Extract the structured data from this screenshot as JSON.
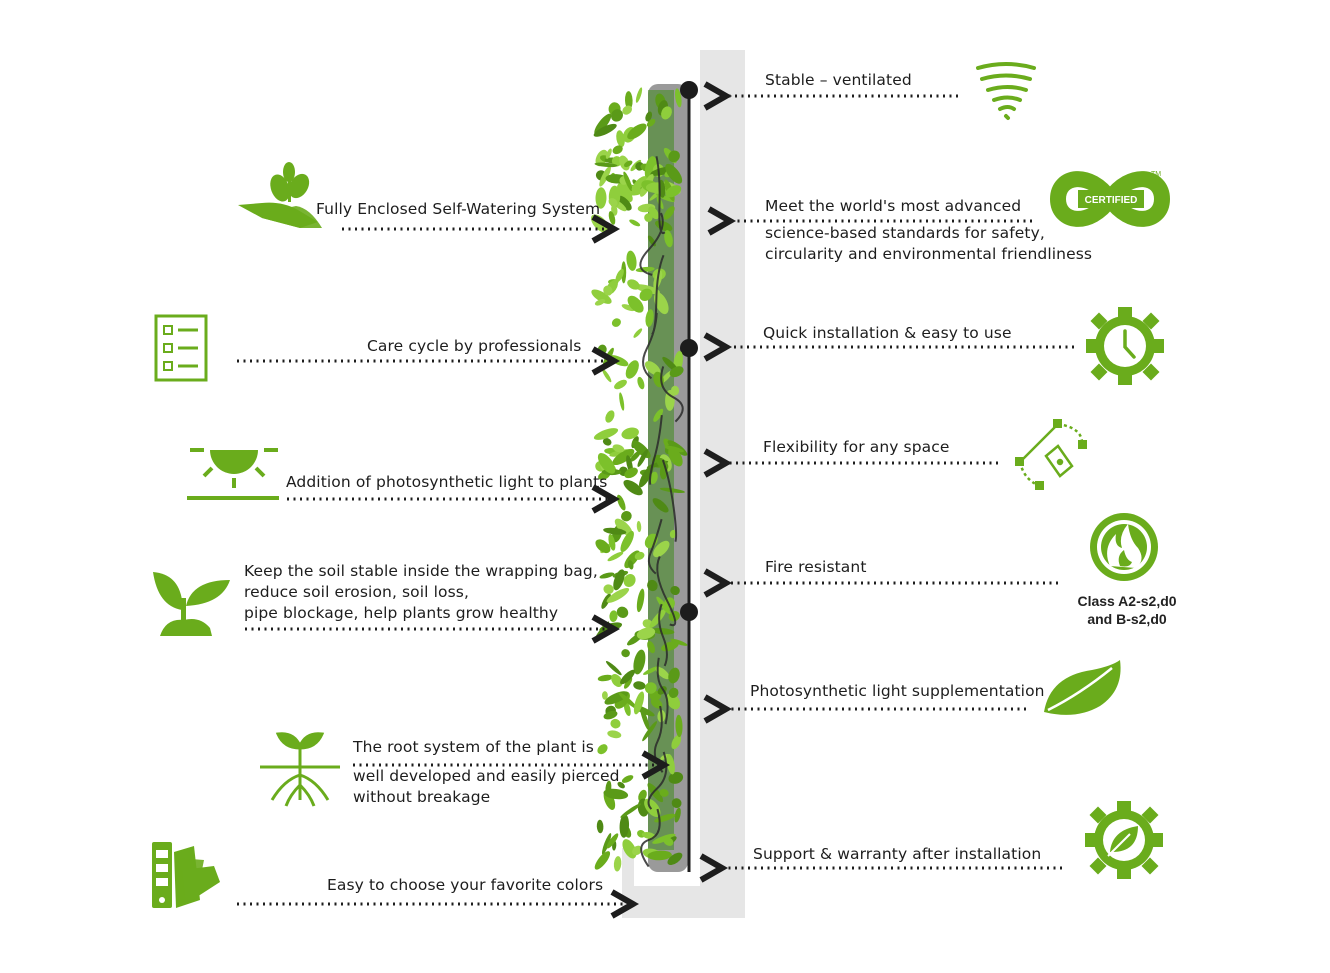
{
  "colors": {
    "green": "#6aac1c",
    "wall": "#e6e6e6",
    "panel": "#9a9a9a",
    "dark": "#1d1d1d"
  },
  "left_features": [
    {
      "id": "watering",
      "icon": "hand-plant-icon",
      "text": "Fully Enclosed Self-Watering System"
    },
    {
      "id": "care",
      "icon": "checklist-icon",
      "text": "Care cycle by professionals"
    },
    {
      "id": "light",
      "icon": "sun-light-icon",
      "text": "Addition of photosynthetic light to plants"
    },
    {
      "id": "soil",
      "icon": "sprout-icon",
      "lines": [
        "Keep the soil stable inside the wrapping bag,",
        "reduce soil erosion, soil loss,",
        "pipe blockage, help plants grow healthy"
      ]
    },
    {
      "id": "root",
      "icon": "root-plant-icon",
      "lines": [
        "The root system of the plant is",
        "well developed and easily pierced",
        "without breakage"
      ]
    },
    {
      "id": "colors",
      "icon": "color-swatch-icon",
      "text": "Easy to choose your favorite colors"
    }
  ],
  "right_features": [
    {
      "id": "stable",
      "icon": "tornado-icon",
      "text": "Stable – ventilated"
    },
    {
      "id": "standards",
      "icon": "certified-icon",
      "lines": [
        "Meet the world's most advanced",
        "science-based standards for safety,",
        "circularity and environmental friendliness"
      ],
      "badge": "CERTIFIED",
      "tm": "TM"
    },
    {
      "id": "install",
      "icon": "gear-clock-icon",
      "text": "Quick installation & easy to use"
    },
    {
      "id": "flex",
      "icon": "pen-tool-icon",
      "text": "Flexibility for any space"
    },
    {
      "id": "fire",
      "icon": "fire-icon",
      "text": "Fire resistant",
      "class_lines": [
        "Class A2-s2,d0",
        "and B-s2,d0"
      ]
    },
    {
      "id": "photo",
      "icon": "leaf-icon",
      "text": "Photosynthetic light supplementation"
    },
    {
      "id": "support",
      "icon": "gear-leaf-icon",
      "text": "Support & warranty after installation"
    }
  ]
}
